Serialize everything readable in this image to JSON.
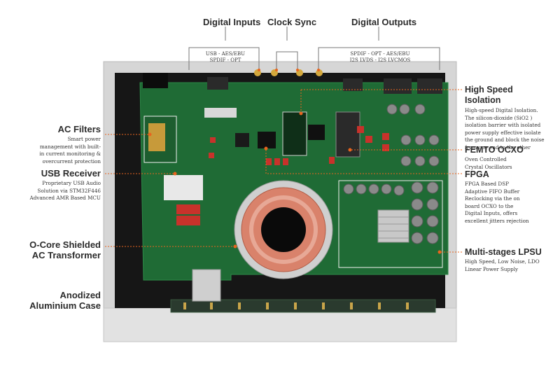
{
  "top_labels": {
    "digital_inputs": "Digital Inputs",
    "clock_sync": "Clock Sync",
    "digital_outputs": "Digital Outputs"
  },
  "port_labels": {
    "inputs_line1": "USB - AES/EBU",
    "inputs_line2": "SPDIF - OPT",
    "outputs_line1": "SPDIF - OPT - AES/EBU",
    "outputs_line2": "I2S LVDS - I2S LVCMOS"
  },
  "left_callouts": {
    "ac_filters": {
      "title": "AC Filters",
      "lines": [
        "Smart power",
        "management with built-",
        "in current monitoring &",
        "overcurrent protection"
      ]
    },
    "usb_receiver": {
      "title": "USB Receiver",
      "lines": [
        "Proprietary USB Audio",
        "Solution via STM32F446",
        "Advanced AMR Based MCU"
      ]
    },
    "transformer": {
      "title_line1": "O-Core Shielded",
      "title_line2": "AC Transformer"
    },
    "case": {
      "title_line1": "Anodized",
      "title_line2": "Aluminium Case"
    }
  },
  "right_callouts": {
    "isolation": {
      "title_line1": "High Speed",
      "title_line2": "Isolation",
      "lines": [
        "High-speed Digital Isolation.",
        "The silicon-dioxide (SiO2 )",
        "isolation barrier with isolated",
        "power supply effective isolate",
        "the ground and block the noise",
        "from one end to the other"
      ]
    },
    "femto": {
      "title": "FEMTO OCXO",
      "lines": [
        "Oven Controlled",
        "Crystal Oscillators"
      ]
    },
    "fpga": {
      "title": "FPGA",
      "lines": [
        "FPGA Based DSP",
        "Adaptive FIFO Buffer",
        "Reclocking via the on",
        "board OCXO to the",
        "Digital Inputs, offers",
        "excellent jitters rejection"
      ]
    },
    "lpsu": {
      "title": "Multi-stages LPSU",
      "lines": [
        "High Speed, Low Noise, LDO",
        "Linear Power Supply"
      ]
    }
  },
  "colors": {
    "pcb_green": "#1f6b35",
    "chassis": "#1a1a1a",
    "aluminium": "#d9d9d9",
    "leader_line": "#e8641e",
    "capacitor": "#8a8a8a",
    "smd_red": "#c8322b",
    "toroid_copper": "#d9826b"
  }
}
